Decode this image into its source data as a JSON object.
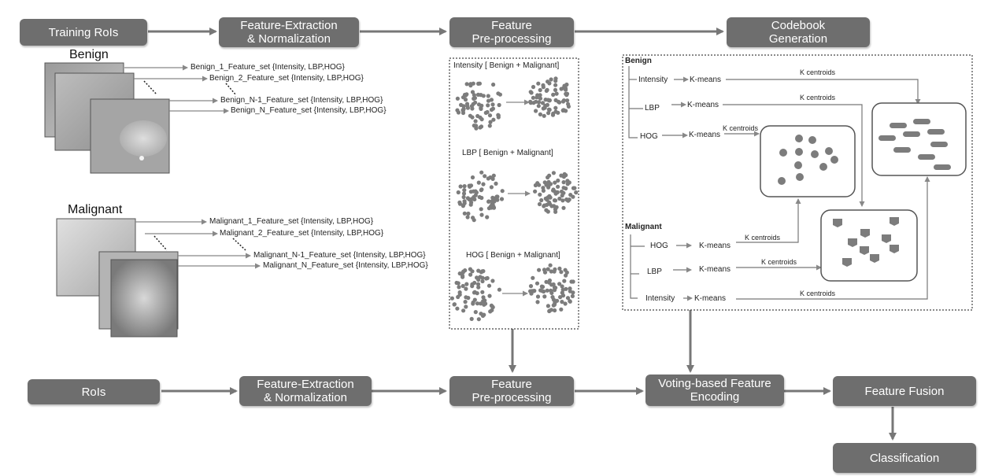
{
  "top_row": {
    "training_rois": "Training RoIs",
    "feature_extraction": "Feature-Extraction\n& Normalization",
    "feature_preprocessing": "Feature\nPre-processing",
    "codebook_generation": "Codebook\nGeneration"
  },
  "bottom_row": {
    "rois": "RoIs",
    "feature_extraction": "Feature-Extraction\n& Normalization",
    "feature_preprocessing": "Feature\nPre-processing",
    "voting_encoding": "Voting-based Feature\nEncoding",
    "feature_fusion": "Feature Fusion",
    "classification": "Classification"
  },
  "benign_group": {
    "title": "Benign",
    "sets": [
      "Benign_1_Feature_set {Intensity, LBP,HOG}",
      "Benign_2_Feature_set {Intensity, LBP,HOG}",
      "Benign_N-1_Feature_set {Intensity, LBP,HOG}",
      "Benign_N_Feature_set {Intensity, LBP,HOG}"
    ]
  },
  "malignant_group": {
    "title": "Malignant",
    "sets": [
      "Malignant_1_Feature_set {Intensity, LBP,HOG}",
      "Malignant_2_Feature_set {Intensity, LBP,HOG}",
      "Malignant_N-1_Feature_set {Intensity, LBP,HOG}",
      "Malignant_N_Feature_set {Intensity, LBP,HOG}"
    ]
  },
  "preprocessing_panel": {
    "intensity_label": "Intensity  [ Benign + Malignant]",
    "lbp_label": "LBP [ Benign + Malignant]",
    "hog_label": "HOG [ Benign + Malignant]"
  },
  "codebook_panel": {
    "benign_title": "Benign",
    "malignant_title": "Malignant",
    "benign_features": [
      "Intensity",
      "LBP",
      "HOG"
    ],
    "malignant_features": [
      "HOG",
      "LBP",
      "Intensity"
    ],
    "kmeans": "K-means",
    "centroids": "K centroids"
  }
}
